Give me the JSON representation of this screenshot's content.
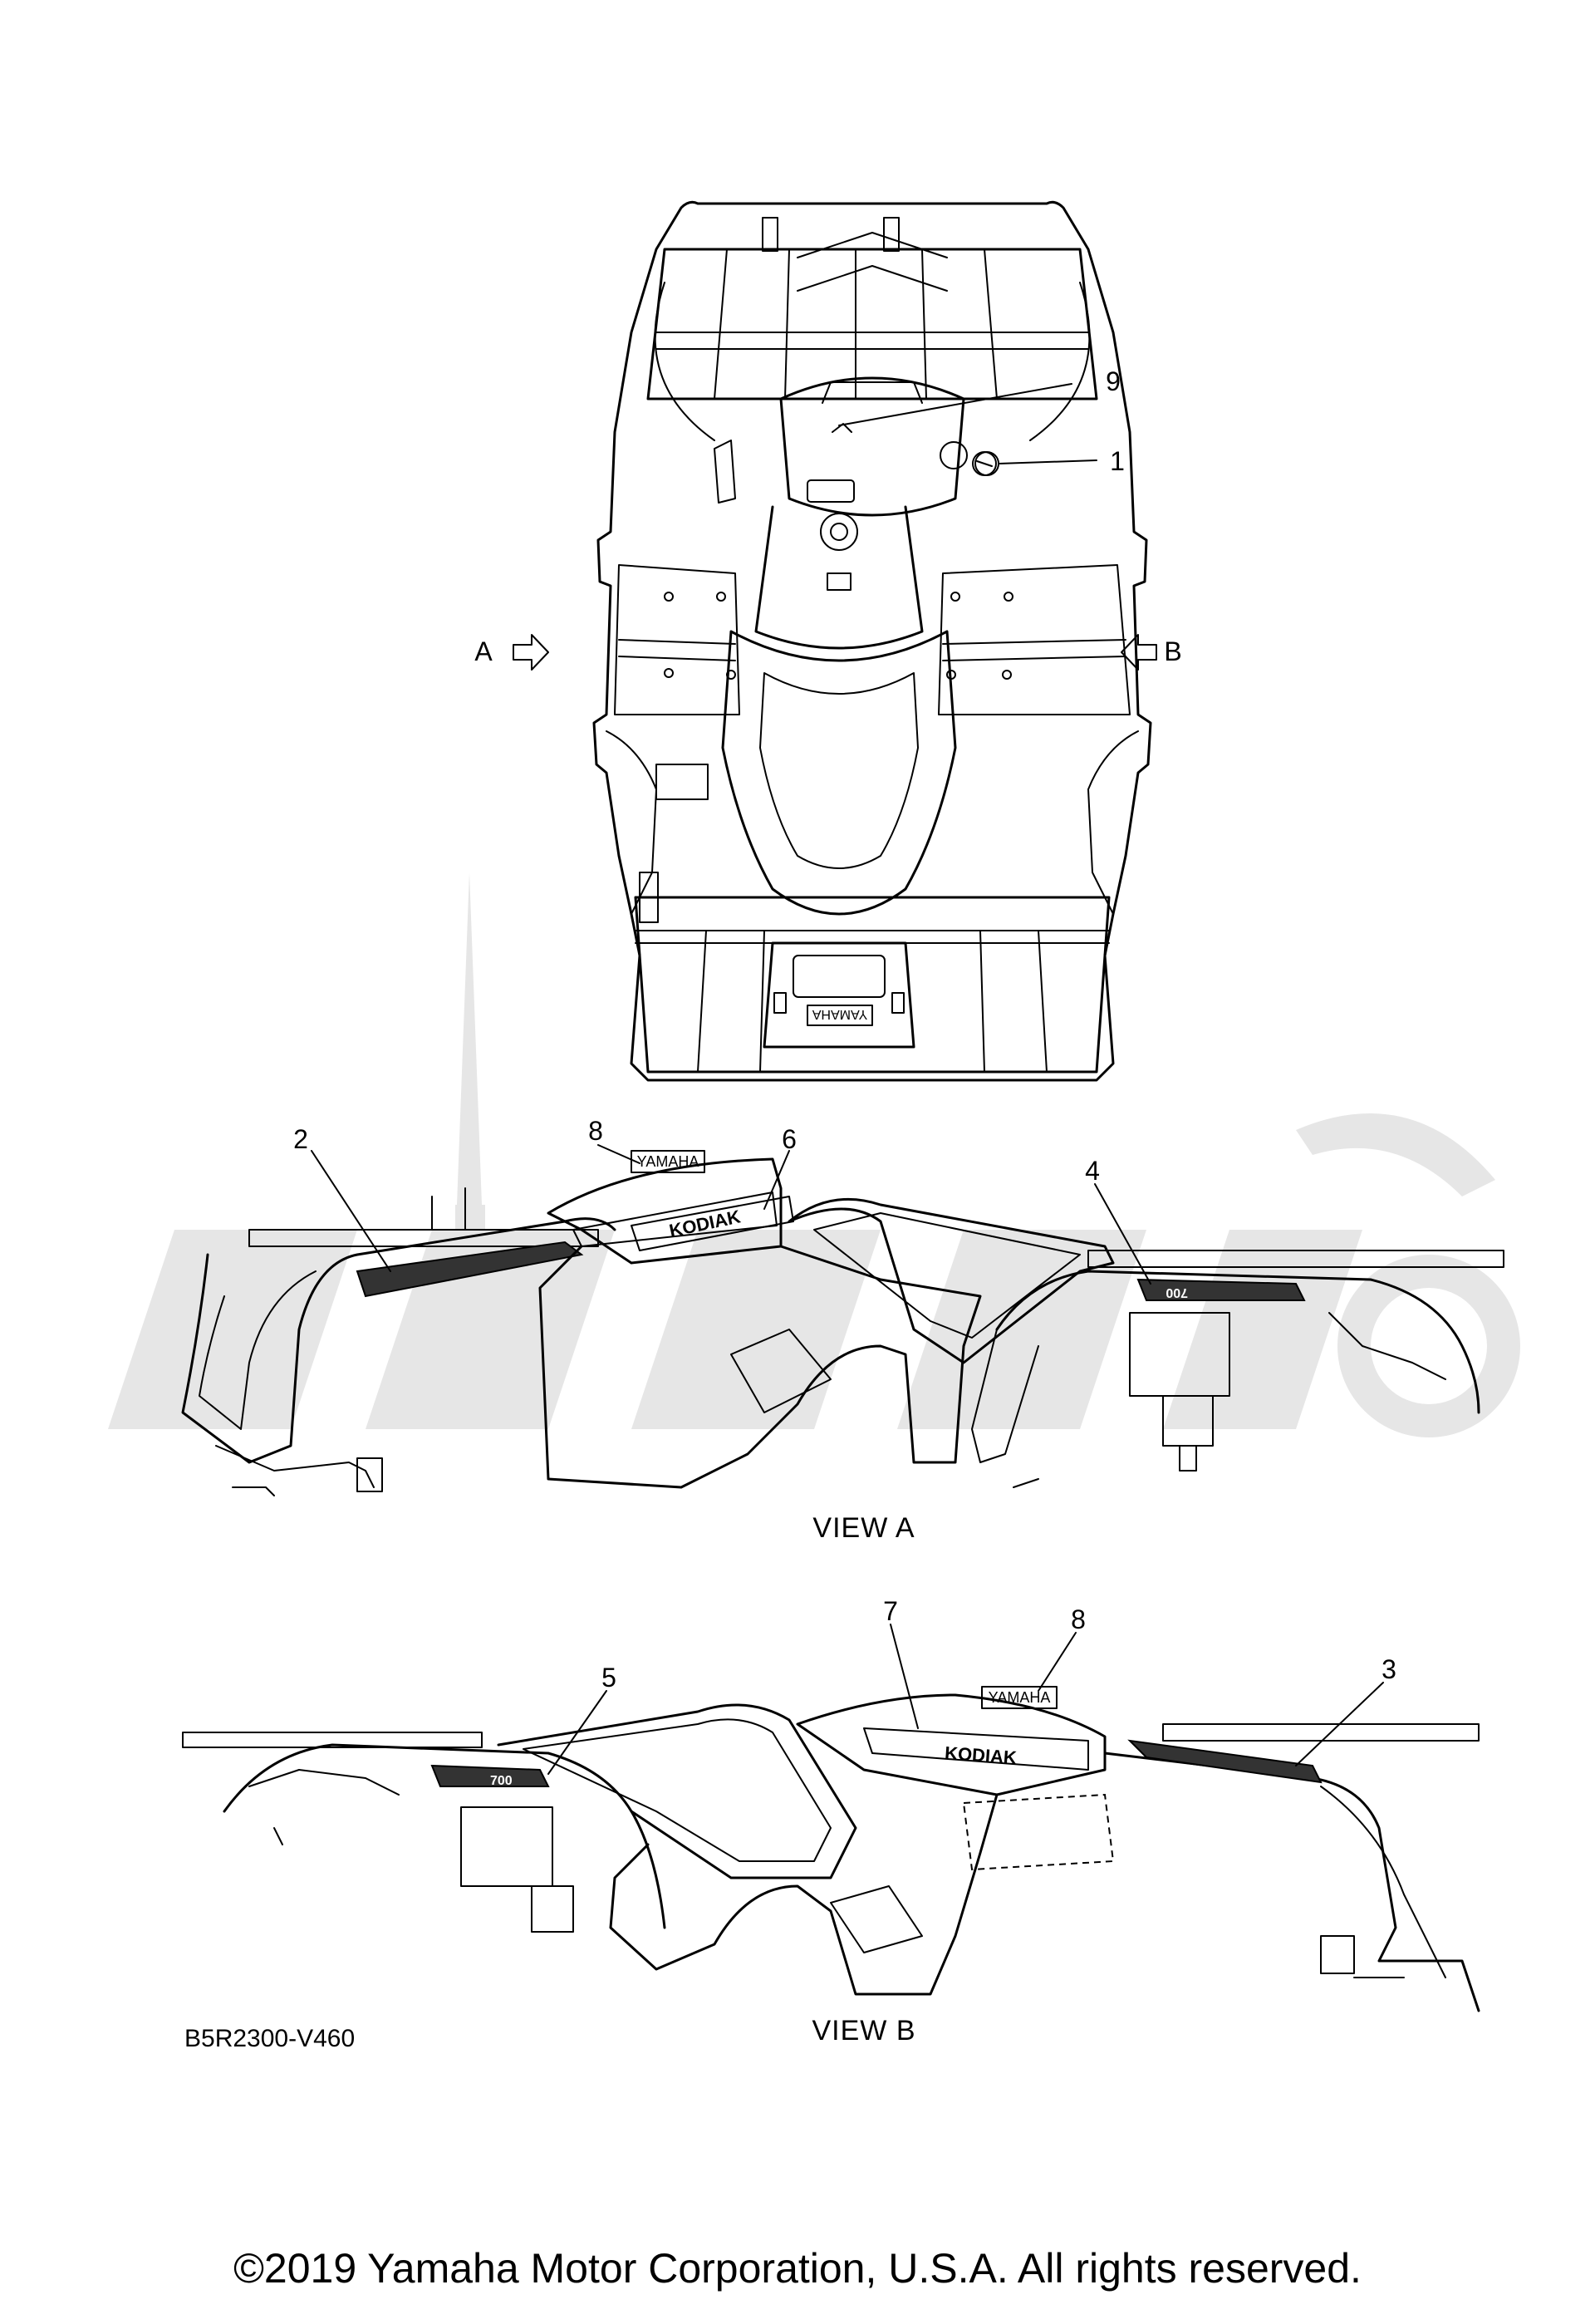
{
  "callouts": {
    "c1": "1",
    "c2": "2",
    "c3": "3",
    "c4": "4",
    "c5": "5",
    "c6": "6",
    "c7": "7",
    "c8a": "8",
    "c8b": "8",
    "c9": "9"
  },
  "arrows": {
    "a": "A",
    "b": "B"
  },
  "views": {
    "a": "VIEW A",
    "b": "VIEW B"
  },
  "diagram_code": "B5R2300-V460",
  "copyright": "©2019 Yamaha Motor Corporation, U.S.A. All rights reserved.",
  "decal_text": {
    "brand": "YAMAHA",
    "model": "KODIAK",
    "rear": "700"
  },
  "icons": [
    "atv-top-view",
    "atv-left-side-view",
    "atv-right-side-view",
    "arrow-right-icon",
    "arrow-left-icon",
    "watermark-logo"
  ]
}
